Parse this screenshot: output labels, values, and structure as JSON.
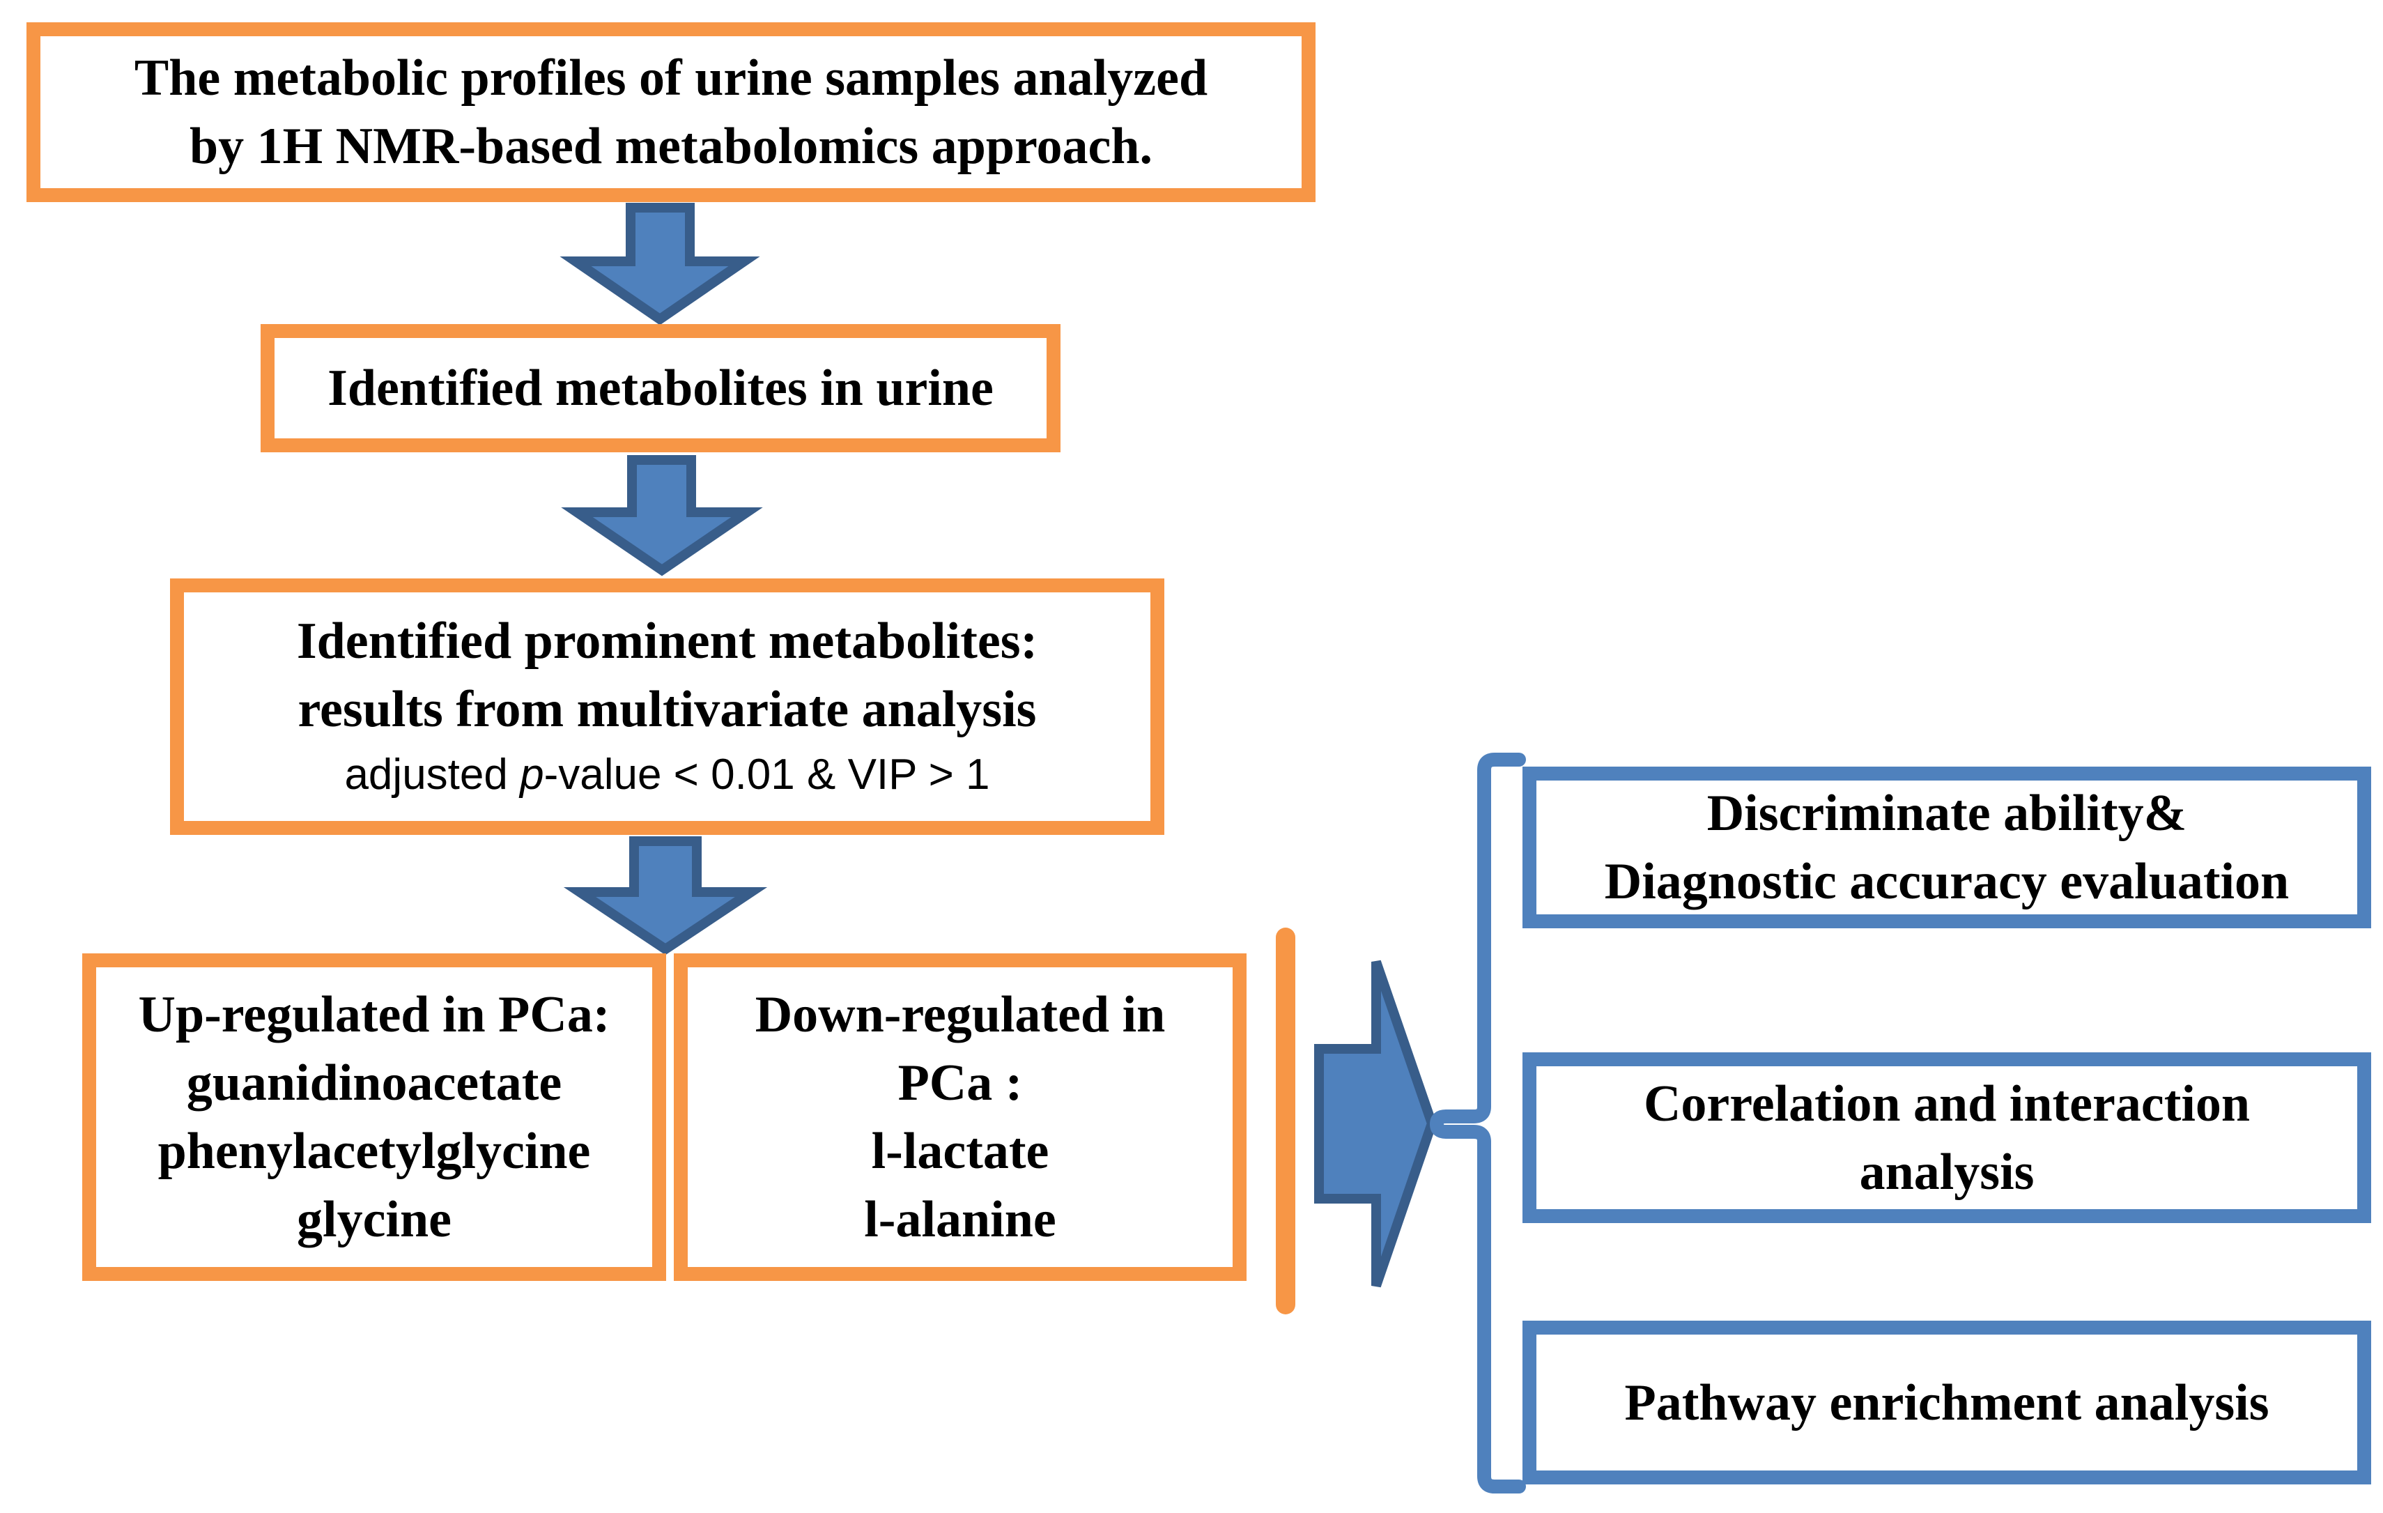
{
  "colors": {
    "orange": "#F79646",
    "blue": "#4F81BD",
    "arrow_fill": "#4F81BD",
    "arrow_stroke": "#385D8A"
  },
  "steps": {
    "step1": {
      "line1": "The metabolic profiles of urine samples analyzed",
      "line2": "by 1H NMR-based metabolomics approach."
    },
    "step2": {
      "line1": "Identified metabolites in urine"
    },
    "step3": {
      "line1": "Identified prominent metabolites:",
      "line2": "results from multivariate analysis",
      "criteria_prefix": "adjusted ",
      "criteria_italic": "p",
      "criteria_suffix": "-value < 0.01 & VIP > 1"
    },
    "up": {
      "line1": "Up-regulated in PCa:",
      "line2": "guanidinoacetate",
      "line3": "phenylacetylglycine",
      "line4": "glycine"
    },
    "down": {
      "line1": "Down-regulated in",
      "line2": "PCa :",
      "line3": "l-lactate",
      "line4": "l-alanine"
    }
  },
  "outcomes": {
    "o1": {
      "line1": "Discriminate ability&",
      "line2": "Diagnostic accuracy evaluation"
    },
    "o2": {
      "line1": "Correlation and interaction",
      "line2": "analysis"
    },
    "o3": {
      "line1": "Pathway enrichment analysis"
    }
  }
}
